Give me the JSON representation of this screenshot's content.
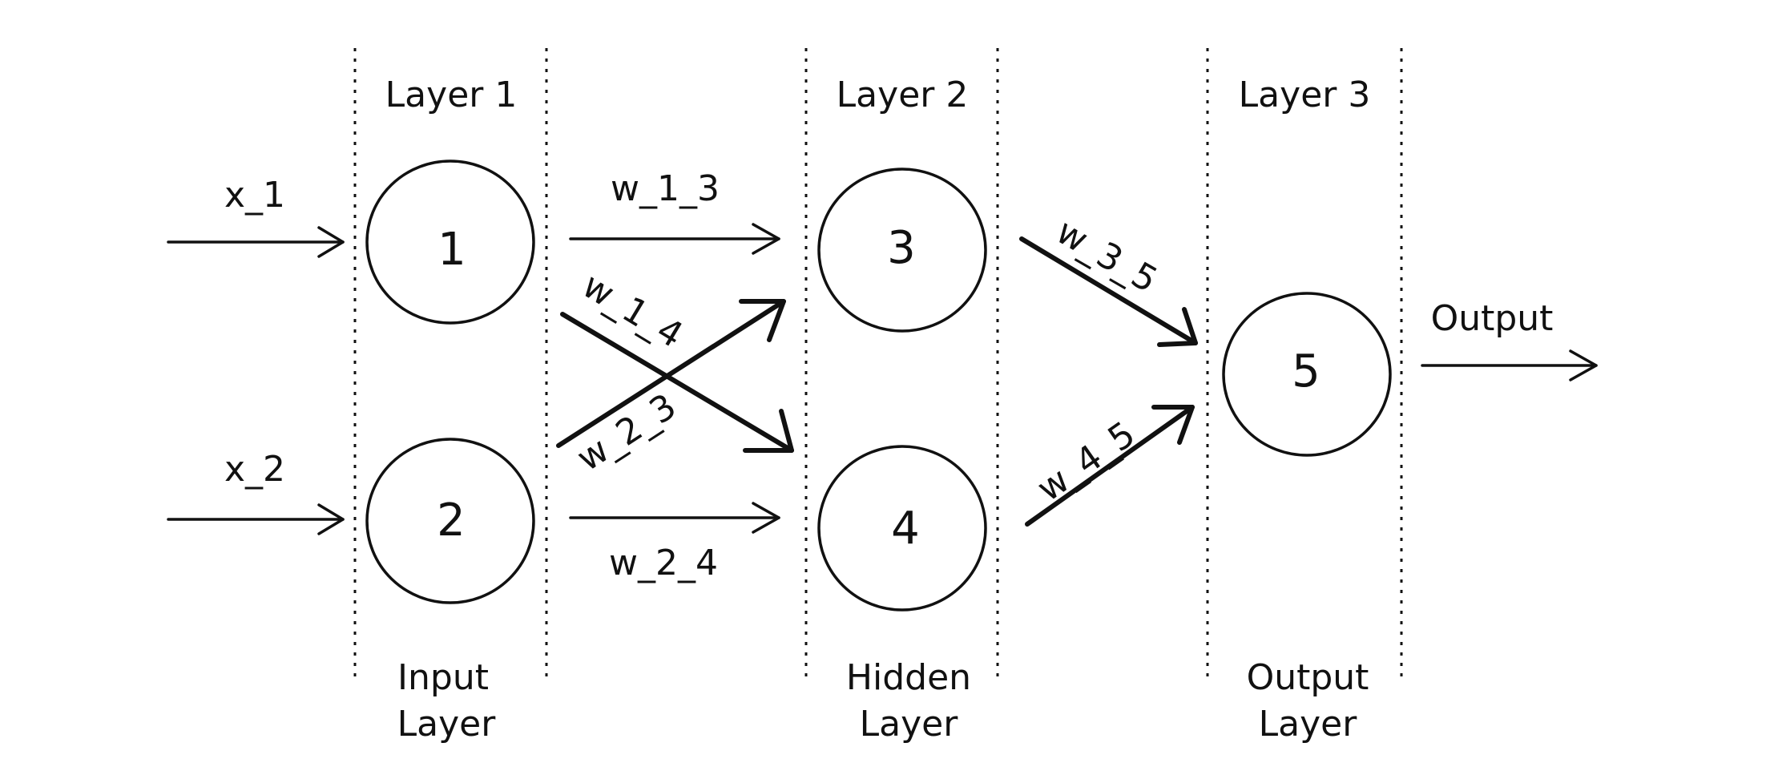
{
  "layers": [
    {
      "title": "Layer 1",
      "subtitle_line1": "Input",
      "subtitle_line2": "Layer"
    },
    {
      "title": "Layer 2",
      "subtitle_line1": "Hidden",
      "subtitle_line2": "Layer"
    },
    {
      "title": "Layer 3",
      "subtitle_line1": "Output",
      "subtitle_line2": "Layer"
    }
  ],
  "nodes": {
    "n1": "1",
    "n2": "2",
    "n3": "3",
    "n4": "4",
    "n5": "5"
  },
  "inputs": {
    "x1": "x_1",
    "x2": "x_2"
  },
  "weights": {
    "w13": "w_1_3",
    "w14": "w_1_4",
    "w23": "w_2_3",
    "w24": "w_2_4",
    "w35": "w_3_5",
    "w45": "w_4_5"
  },
  "output_label": "Output"
}
